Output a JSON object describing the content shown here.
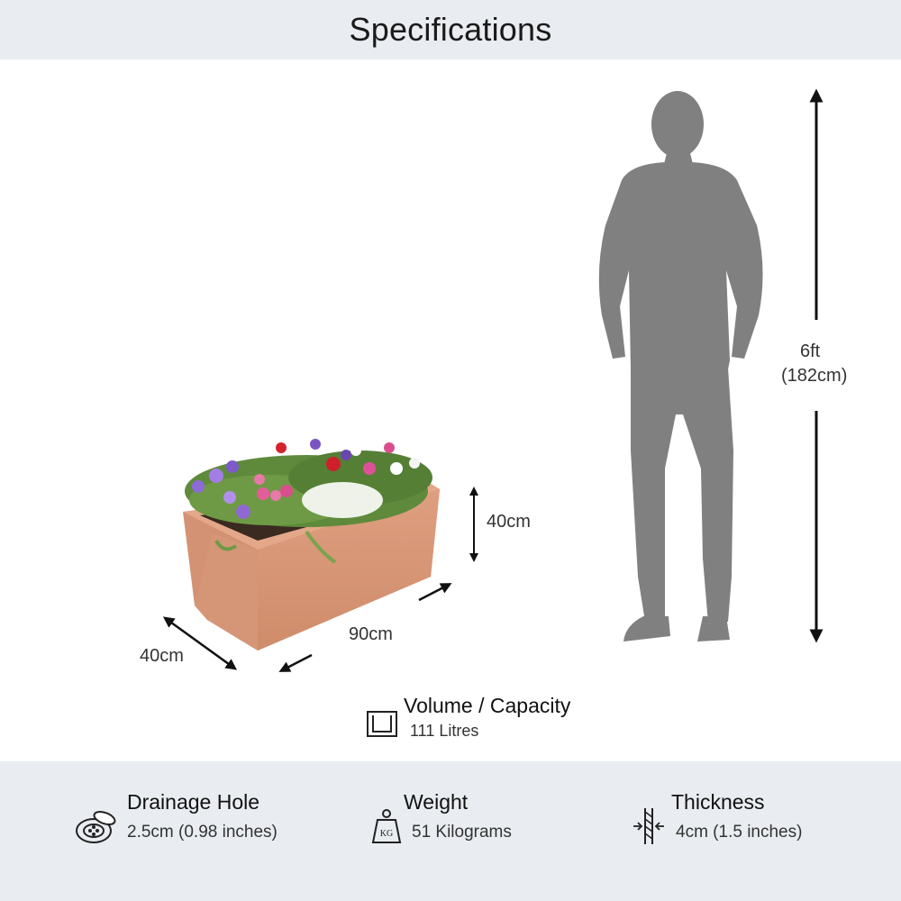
{
  "header": {
    "title": "Specifications"
  },
  "planter": {
    "height_label": "40cm",
    "length_label": "90cm",
    "depth_label": "40cm"
  },
  "person": {
    "height_ft": "6ft",
    "height_cm": "(182cm)"
  },
  "volume": {
    "title": "Volume / Capacity",
    "value": "111 Litres",
    "icon": "planter-box-icon"
  },
  "specs": {
    "drainage": {
      "title": "Drainage Hole",
      "value": "2.5cm (0.98 inches)",
      "icon": "drainage-hole-icon"
    },
    "weight": {
      "title": "Weight",
      "value": "51 Kilograms",
      "icon": "weight-kg-icon",
      "icon_text": "KG"
    },
    "thickness": {
      "title": "Thickness",
      "value": "4cm (1.5 inches)",
      "icon": "thickness-icon"
    }
  },
  "colors": {
    "band": "#e9ecf0",
    "terracotta": "#d99878",
    "silhouette": "#808080",
    "arrow": "#111111"
  }
}
